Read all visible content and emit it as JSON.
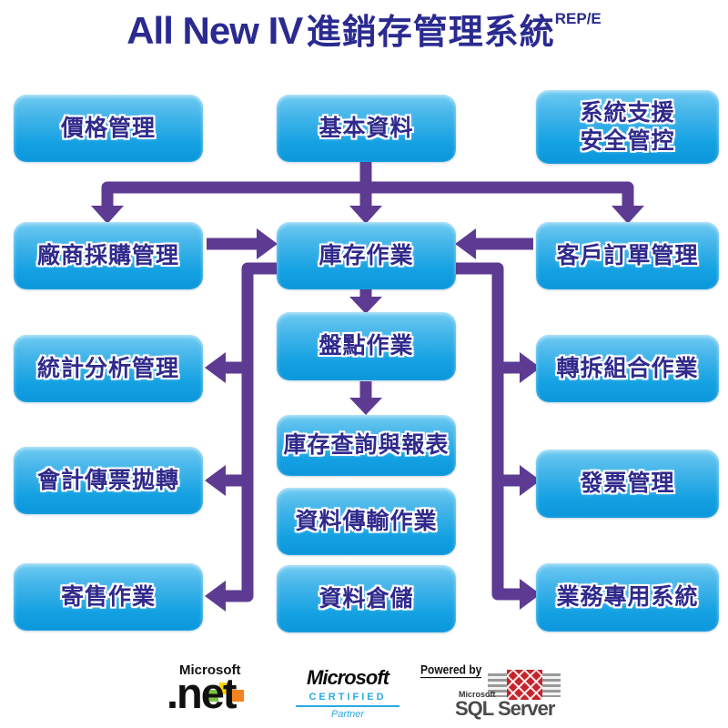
{
  "title": {
    "latin": "All New IV",
    "cjk": "進銷存管理系統",
    "sup": "REP/E"
  },
  "colors": {
    "title_text": "#2a2a90",
    "node_gradient_top": "#70cbf2",
    "node_gradient_bottom": "#0b96db",
    "node_text": "#2f2a8c",
    "arrow": "#5e3b92",
    "certified_blue": "#2aa9e0",
    "sqlserver_red": "#c4242b"
  },
  "nodes": [
    {
      "label": "價格管理"
    },
    {
      "label": "基本資料"
    },
    {
      "label": "系統支援\n安全管控"
    },
    {
      "label": "廠商採購管理"
    },
    {
      "label": "庫存作業"
    },
    {
      "label": "客戶訂單管理"
    },
    {
      "label": "統計分析管理"
    },
    {
      "label": "盤點作業"
    },
    {
      "label": "轉拆組合作業"
    },
    {
      "label": "會計傳票拋轉"
    },
    {
      "label": "庫存查詢與報表"
    },
    {
      "label": "資料傳輸作業"
    },
    {
      "label": "發票管理"
    },
    {
      "label": "寄售作業"
    },
    {
      "label": "資料倉儲"
    },
    {
      "label": "業務專用系統"
    }
  ],
  "edges": [
    {
      "from": "基本資料",
      "to": "廠商採購管理"
    },
    {
      "from": "基本資料",
      "to": "庫存作業"
    },
    {
      "from": "基本資料",
      "to": "客戶訂單管理"
    },
    {
      "from": "廠商採購管理",
      "to": "庫存作業"
    },
    {
      "from": "客戶訂單管理",
      "to": "庫存作業"
    },
    {
      "from": "庫存作業",
      "to": "盤點作業"
    },
    {
      "from": "盤點作業",
      "to": "庫存查詢與報表"
    },
    {
      "from": "庫存作業",
      "to": "統計分析管理"
    },
    {
      "from": "庫存作業",
      "to": "會計傳票拋轉"
    },
    {
      "from": "庫存作業",
      "to": "寄售作業"
    },
    {
      "from": "庫存作業",
      "to": "轉拆組合作業"
    },
    {
      "from": "庫存作業",
      "to": "發票管理"
    },
    {
      "from": "庫存作業",
      "to": "業務專用系統"
    }
  ],
  "footer": {
    "dotnet": {
      "brand": "Microsoft",
      "name": ".net"
    },
    "certified": {
      "brand": "Microsoft",
      "line1": "CERTIFIED",
      "line2": "Partner"
    },
    "powered_by": "Powered by",
    "sqlserver": {
      "brand": "Microsoft",
      "name": "SQL Server"
    }
  }
}
